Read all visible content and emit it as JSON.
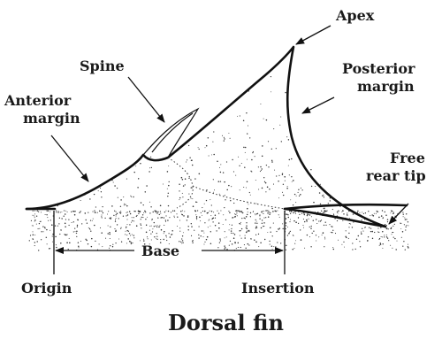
{
  "title": "Dorsal fin",
  "labels": {
    "apex": "Apex",
    "spine": "Spine",
    "anterior_line1": "Anterior",
    "anterior_line2": "margin",
    "posterior_line1": "Posterior",
    "posterior_line2": "margin",
    "free_line1": "Free",
    "free_line2": "rear tip",
    "base": "Base",
    "origin": "Origin",
    "insertion": "Insertion"
  }
}
